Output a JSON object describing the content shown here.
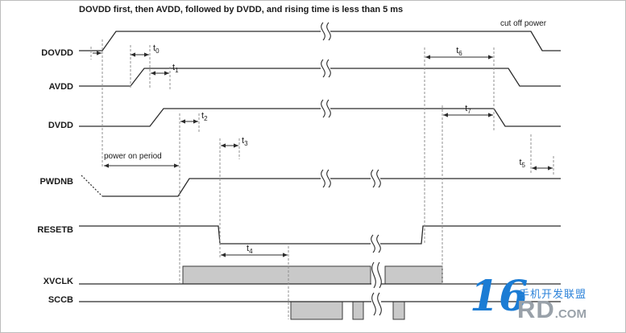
{
  "title": "DOVDD first, then AVDD, followed by DVDD, and rising time is less than 5 ms",
  "annotations": {
    "cut_off_power": "cut off power",
    "power_on_period": "power on period"
  },
  "signals": [
    "DOVDD",
    "AVDD",
    "DVDD",
    "PWDNB",
    "RESETB",
    "XVCLK",
    "SCCB"
  ],
  "timing_labels": [
    "t0",
    "t1",
    "t2",
    "t3",
    "t4",
    "t5",
    "t6",
    "t7"
  ],
  "watermark": {
    "number": "16",
    "chinese": "手机开发联盟",
    "brand": "RD",
    "suffix": ".COM"
  },
  "colors": {
    "signal": "#2b2b2b",
    "dash": "#909090",
    "block_fill": "#c9c9c9",
    "block_stroke": "#3a3a3a",
    "text": "#1a1a1a",
    "watermark_blue": "#1b7cd4",
    "watermark_gray": "#99a1a9"
  }
}
